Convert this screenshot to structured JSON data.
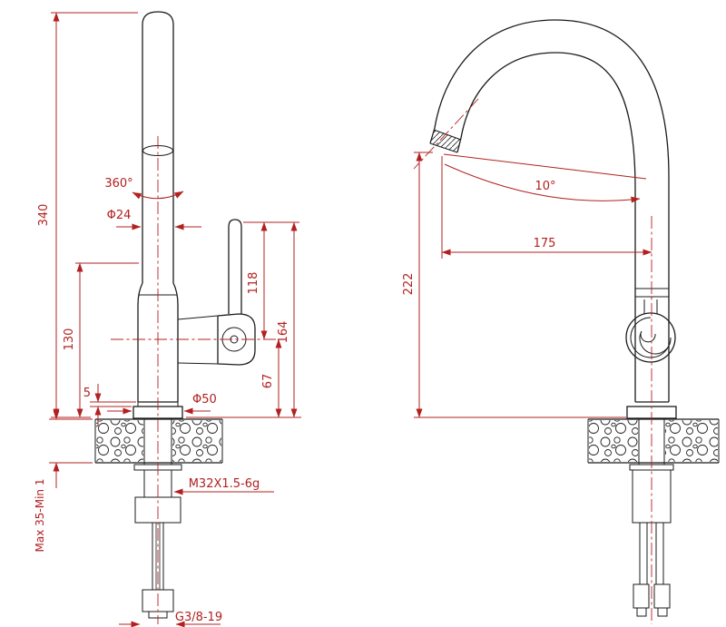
{
  "drawing": {
    "title": "Kitchen faucet two-view dimension drawing",
    "colors": {
      "line": "#1b1b1b",
      "dimension": "#b22020",
      "background": "#ffffff"
    },
    "side_view": {
      "dims": {
        "total_height": "340",
        "swivel_angle": "360°",
        "spout_diameter": "Φ24",
        "body_height": "130",
        "base_step": "5",
        "handle_length": "118",
        "handle_top_height": "164",
        "handle_pivot_height": "67",
        "base_diameter": "Φ50",
        "deck_thickness": "Max 35-Min 1",
        "mount_thread": "M32X1.5-6g",
        "hose_thread": "G3/8-19"
      }
    },
    "front_view": {
      "dims": {
        "spout_height": "222",
        "spout_reach": "175",
        "spout_angle": "10°"
      }
    }
  }
}
